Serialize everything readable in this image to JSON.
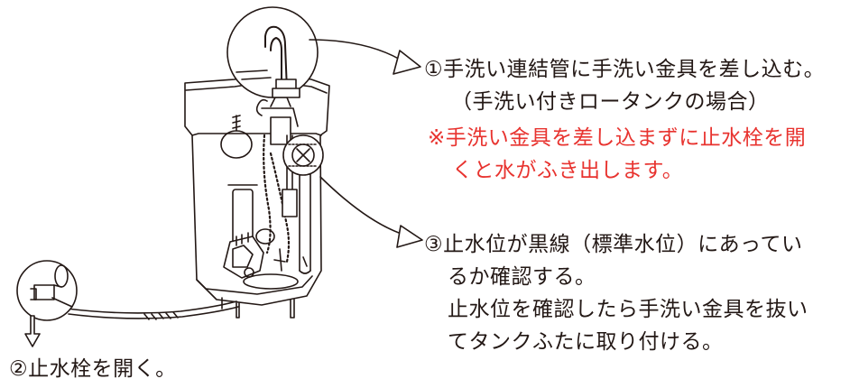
{
  "step1": {
    "line1": "①手洗い連結管に手洗い金具を差し込む。",
    "line2": "（手洗い付きロータンクの場合）"
  },
  "warning": {
    "line1": "※手洗い金具を差し込まずに止水栓を開",
    "line2": "くと水がふき出します。"
  },
  "step3": {
    "line1": "③止水位が黒線（標準水位）にあってい",
    "line2": "るか確認する。",
    "line3": "止水位を確認したら手洗い金具を抜い",
    "line4": "てタンクふたに取り付ける。"
  },
  "step2": {
    "line1": "②止水栓を開く。"
  },
  "colors": {
    "text": "#231815",
    "warning": "#e8332f"
  }
}
